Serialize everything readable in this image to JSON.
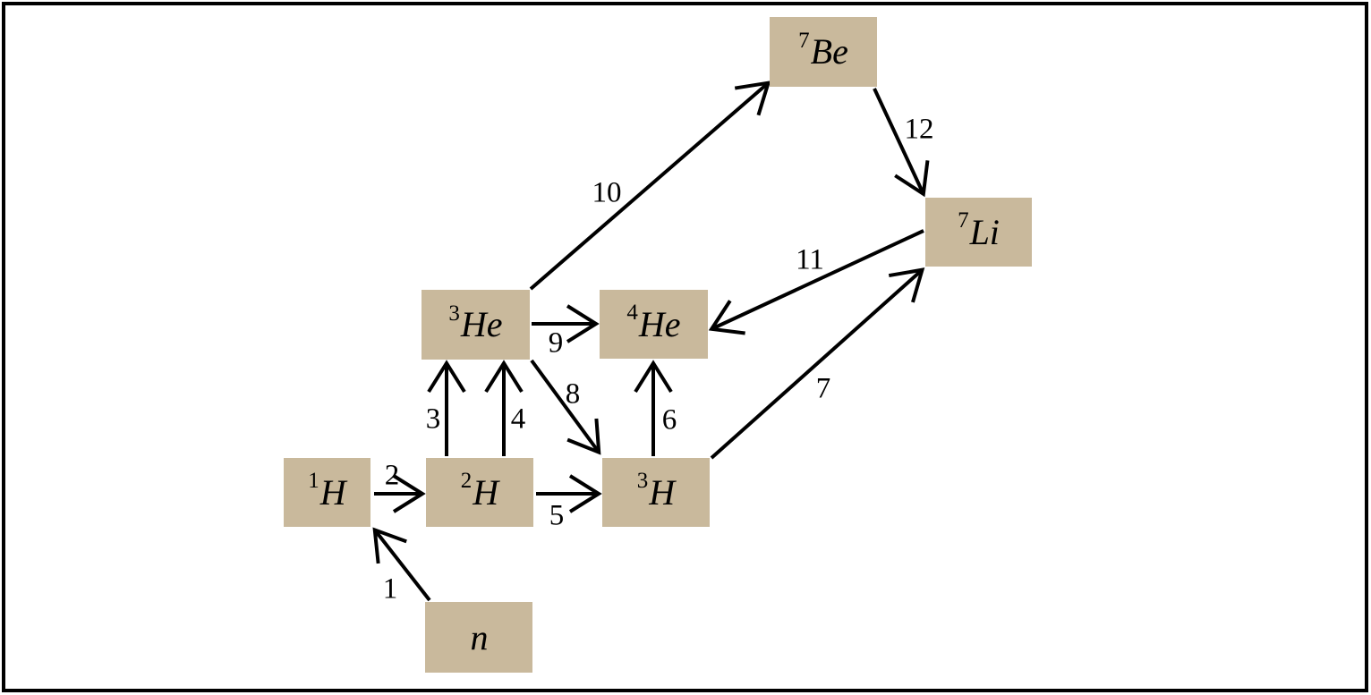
{
  "diagram": {
    "type": "reaction-network",
    "colors": {
      "box_fill": "#c9b99c",
      "line": "#000000",
      "frame": "#000000",
      "background": "#ffffff"
    },
    "nodes": [
      {
        "id": "7Be",
        "sup": "7",
        "symbol": "Be"
      },
      {
        "id": "7Li",
        "sup": "7",
        "symbol": "Li"
      },
      {
        "id": "3He",
        "sup": "3",
        "symbol": "He"
      },
      {
        "id": "4He",
        "sup": "4",
        "symbol": "He"
      },
      {
        "id": "1H",
        "sup": "1",
        "symbol": "H"
      },
      {
        "id": "2H",
        "sup": "2",
        "symbol": "H"
      },
      {
        "id": "3H",
        "sup": "3",
        "symbol": "H"
      },
      {
        "id": "n",
        "sup": "",
        "symbol": "n"
      }
    ],
    "reactions": [
      {
        "label": "1",
        "from": "n",
        "to": "1H"
      },
      {
        "label": "2",
        "from": "1H",
        "to": "2H"
      },
      {
        "label": "3",
        "from": "2H",
        "to": "3He"
      },
      {
        "label": "4",
        "from": "2H",
        "to": "3He"
      },
      {
        "label": "5",
        "from": "2H",
        "to": "3H"
      },
      {
        "label": "6",
        "from": "3H",
        "to": "4He"
      },
      {
        "label": "7",
        "from": "3H",
        "to": "7Li"
      },
      {
        "label": "8",
        "from": "3He",
        "to": "3H"
      },
      {
        "label": "9",
        "from": "3He",
        "to": "4He"
      },
      {
        "label": "10",
        "from": "3He",
        "to": "7Be"
      },
      {
        "label": "11",
        "from": "7Li",
        "to": "4He"
      },
      {
        "label": "12",
        "from": "7Be",
        "to": "7Li"
      }
    ]
  }
}
